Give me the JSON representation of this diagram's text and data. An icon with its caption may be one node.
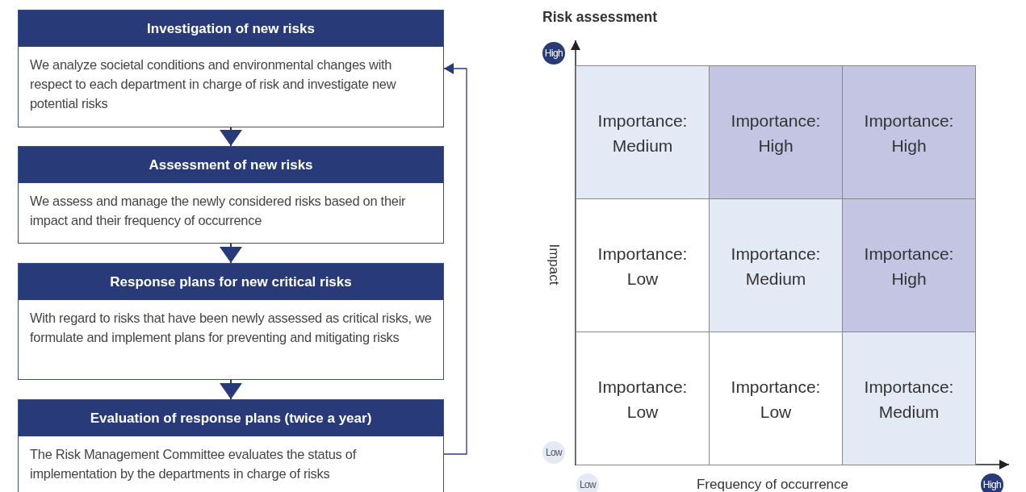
{
  "diagram": {
    "nodes": [
      {
        "text": [
          "Investigation of new risks",
          "We analyze societal conditions and environmental changes with respect to each department in charge of risk and investigate new potential risks"
        ]
      },
      {
        "text": [
          "Assessment of new risks",
          "We assess and manage the newly considered risks based on their impact and their frequency of occurrence"
        ]
      },
      {
        "text": [
          "Response plans for new critical risks",
          "With regard to risks that have been newly assessed as critical risks, we formulate and implement plans for preventing and mitigating risks"
        ]
      },
      {
        "text": [
          "Evaluation of response plans (twice a year)",
          "The Risk Management Committee evaluates the status of implementation by the departments in charge of risks"
        ]
      },
      {
        "text": [
          "Importance: Medium"
        ]
      },
      {
        "text": [
          "Importance: High"
        ]
      },
      {
        "text": [
          "Importance: High"
        ]
      },
      {
        "text": [
          "Importance: Low"
        ]
      },
      {
        "text": [
          "Importance: Medium"
        ]
      },
      {
        "text": [
          "Importance: High"
        ]
      },
      {
        "text": [
          "Importance: Low"
        ]
      },
      {
        "text": [
          "Importance: Low"
        ]
      },
      {
        "text": [
          "Importance: Medium"
        ]
      }
    ],
    "edges": [
      {
        "from": 0,
        "to": 1,
        "arrow": "to"
      },
      {
        "from": 1,
        "to": 2,
        "arrow": "to"
      },
      {
        "from": 2,
        "to": 3,
        "arrow": "to"
      },
      {
        "from": 3,
        "to": 0,
        "arrow": "to"
      }
    ],
    "labels": [
      "Risk assessment",
      "High",
      "Impact",
      "Low",
      "Low",
      "Frequency of occurrence",
      "High"
    ]
  }
}
